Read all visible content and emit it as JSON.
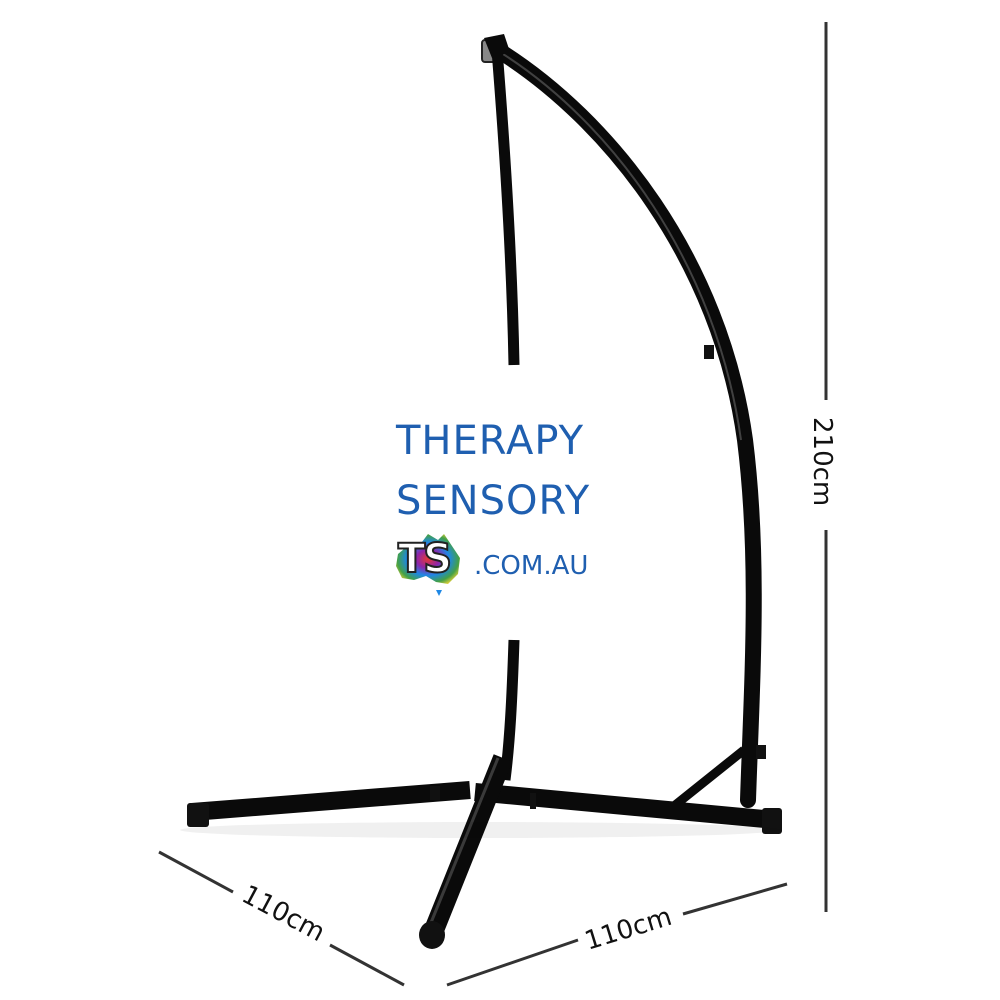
{
  "product": {
    "subject": "hammock chair stand",
    "color": "#111111"
  },
  "logo": {
    "line1": "THERAPY",
    "line2": "SENSORY",
    "badge": "TS",
    "domain": ".COM.AU",
    "text_color": "#1f5fb0"
  },
  "dimensions": {
    "height": "210cm",
    "depth": "110cm",
    "width": "110cm",
    "line_color": "#333333"
  }
}
